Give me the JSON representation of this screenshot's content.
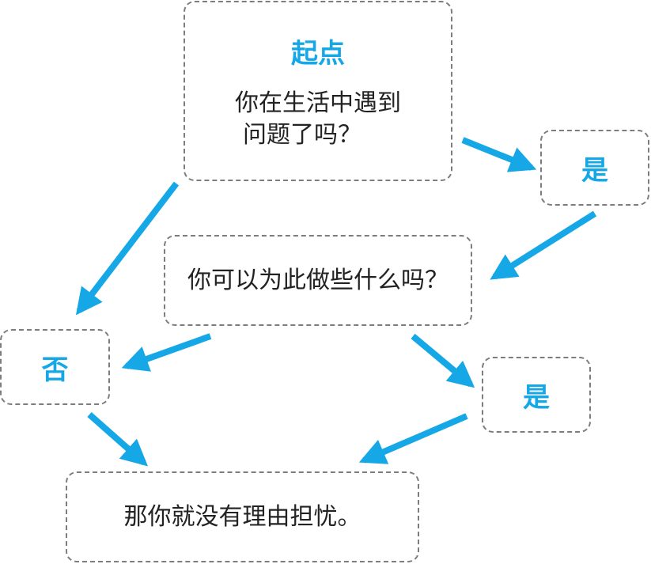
{
  "colors": {
    "accent": "#16a8e6",
    "border": "#7d7d7d",
    "text": "#222222"
  },
  "nodes": {
    "start": {
      "title": "起点",
      "question_line1": "你在生活中遇到",
      "question_line2": "问题了吗？"
    },
    "yes1": {
      "label": "是"
    },
    "can_do": {
      "question": "你可以为此做些什么吗？"
    },
    "no": {
      "label": "否"
    },
    "yes2": {
      "label": "是"
    },
    "end": {
      "text": "那你就没有理由担忧。"
    }
  },
  "edges": [
    {
      "from": "start",
      "to": "yes1"
    },
    {
      "from": "yes1",
      "to": "can_do"
    },
    {
      "from": "start",
      "to": "no"
    },
    {
      "from": "can_do",
      "to": "no"
    },
    {
      "from": "can_do",
      "to": "yes2"
    },
    {
      "from": "no",
      "to": "end"
    },
    {
      "from": "yes2",
      "to": "end"
    }
  ]
}
